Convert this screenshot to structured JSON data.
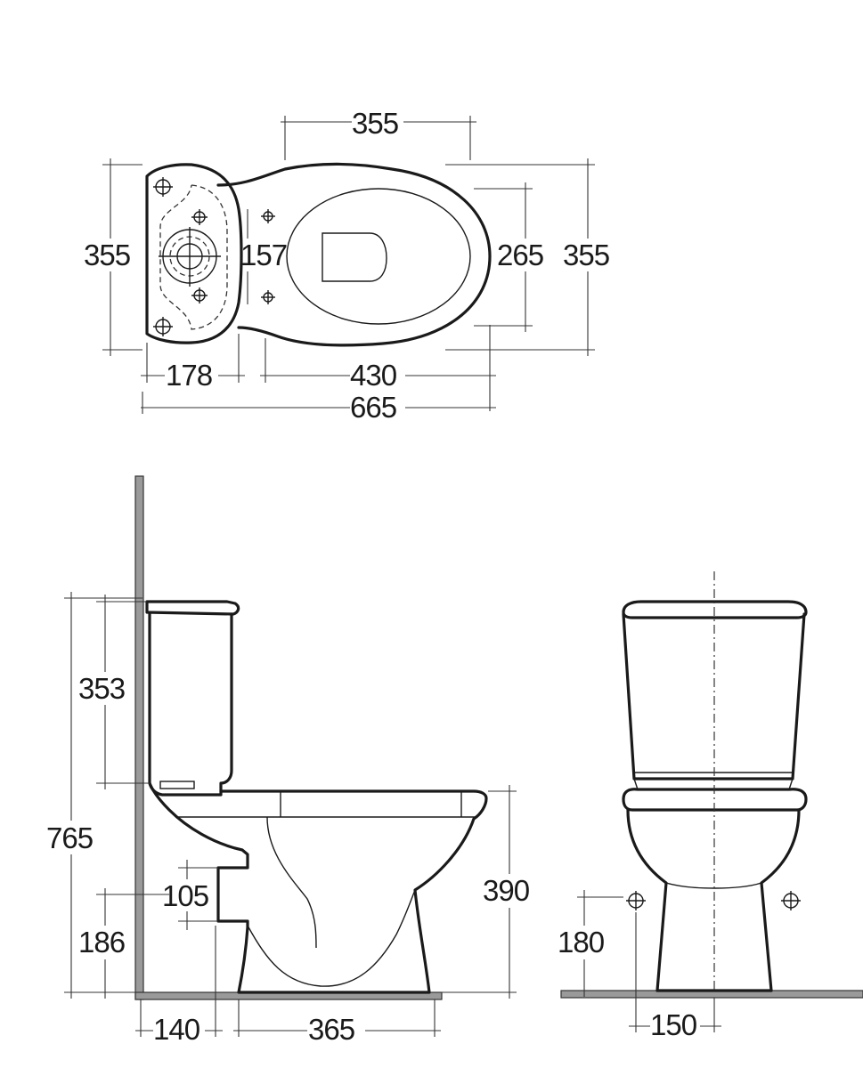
{
  "top_view": {
    "dim_top_width": "355",
    "dim_left_depth": "355",
    "dim_bolt_spacing": "157",
    "dim_seat_width": "265",
    "dim_right_depth": "355",
    "dim_cistern_depth": "178",
    "dim_pan_length": "430",
    "dim_overall_length": "665"
  },
  "side_view": {
    "dim_cistern_height": "353",
    "dim_overall_height": "765",
    "dim_outlet_diameter": "105",
    "dim_outlet_height": "186",
    "dim_seat_height": "390",
    "dim_wall_to_outlet": "140",
    "dim_base_length": "365"
  },
  "front_view": {
    "dim_fixing_height": "180",
    "dim_fixing_offset": "150"
  },
  "colors": {
    "wall": "#9a9a9a",
    "line": "#1a1a1a"
  }
}
